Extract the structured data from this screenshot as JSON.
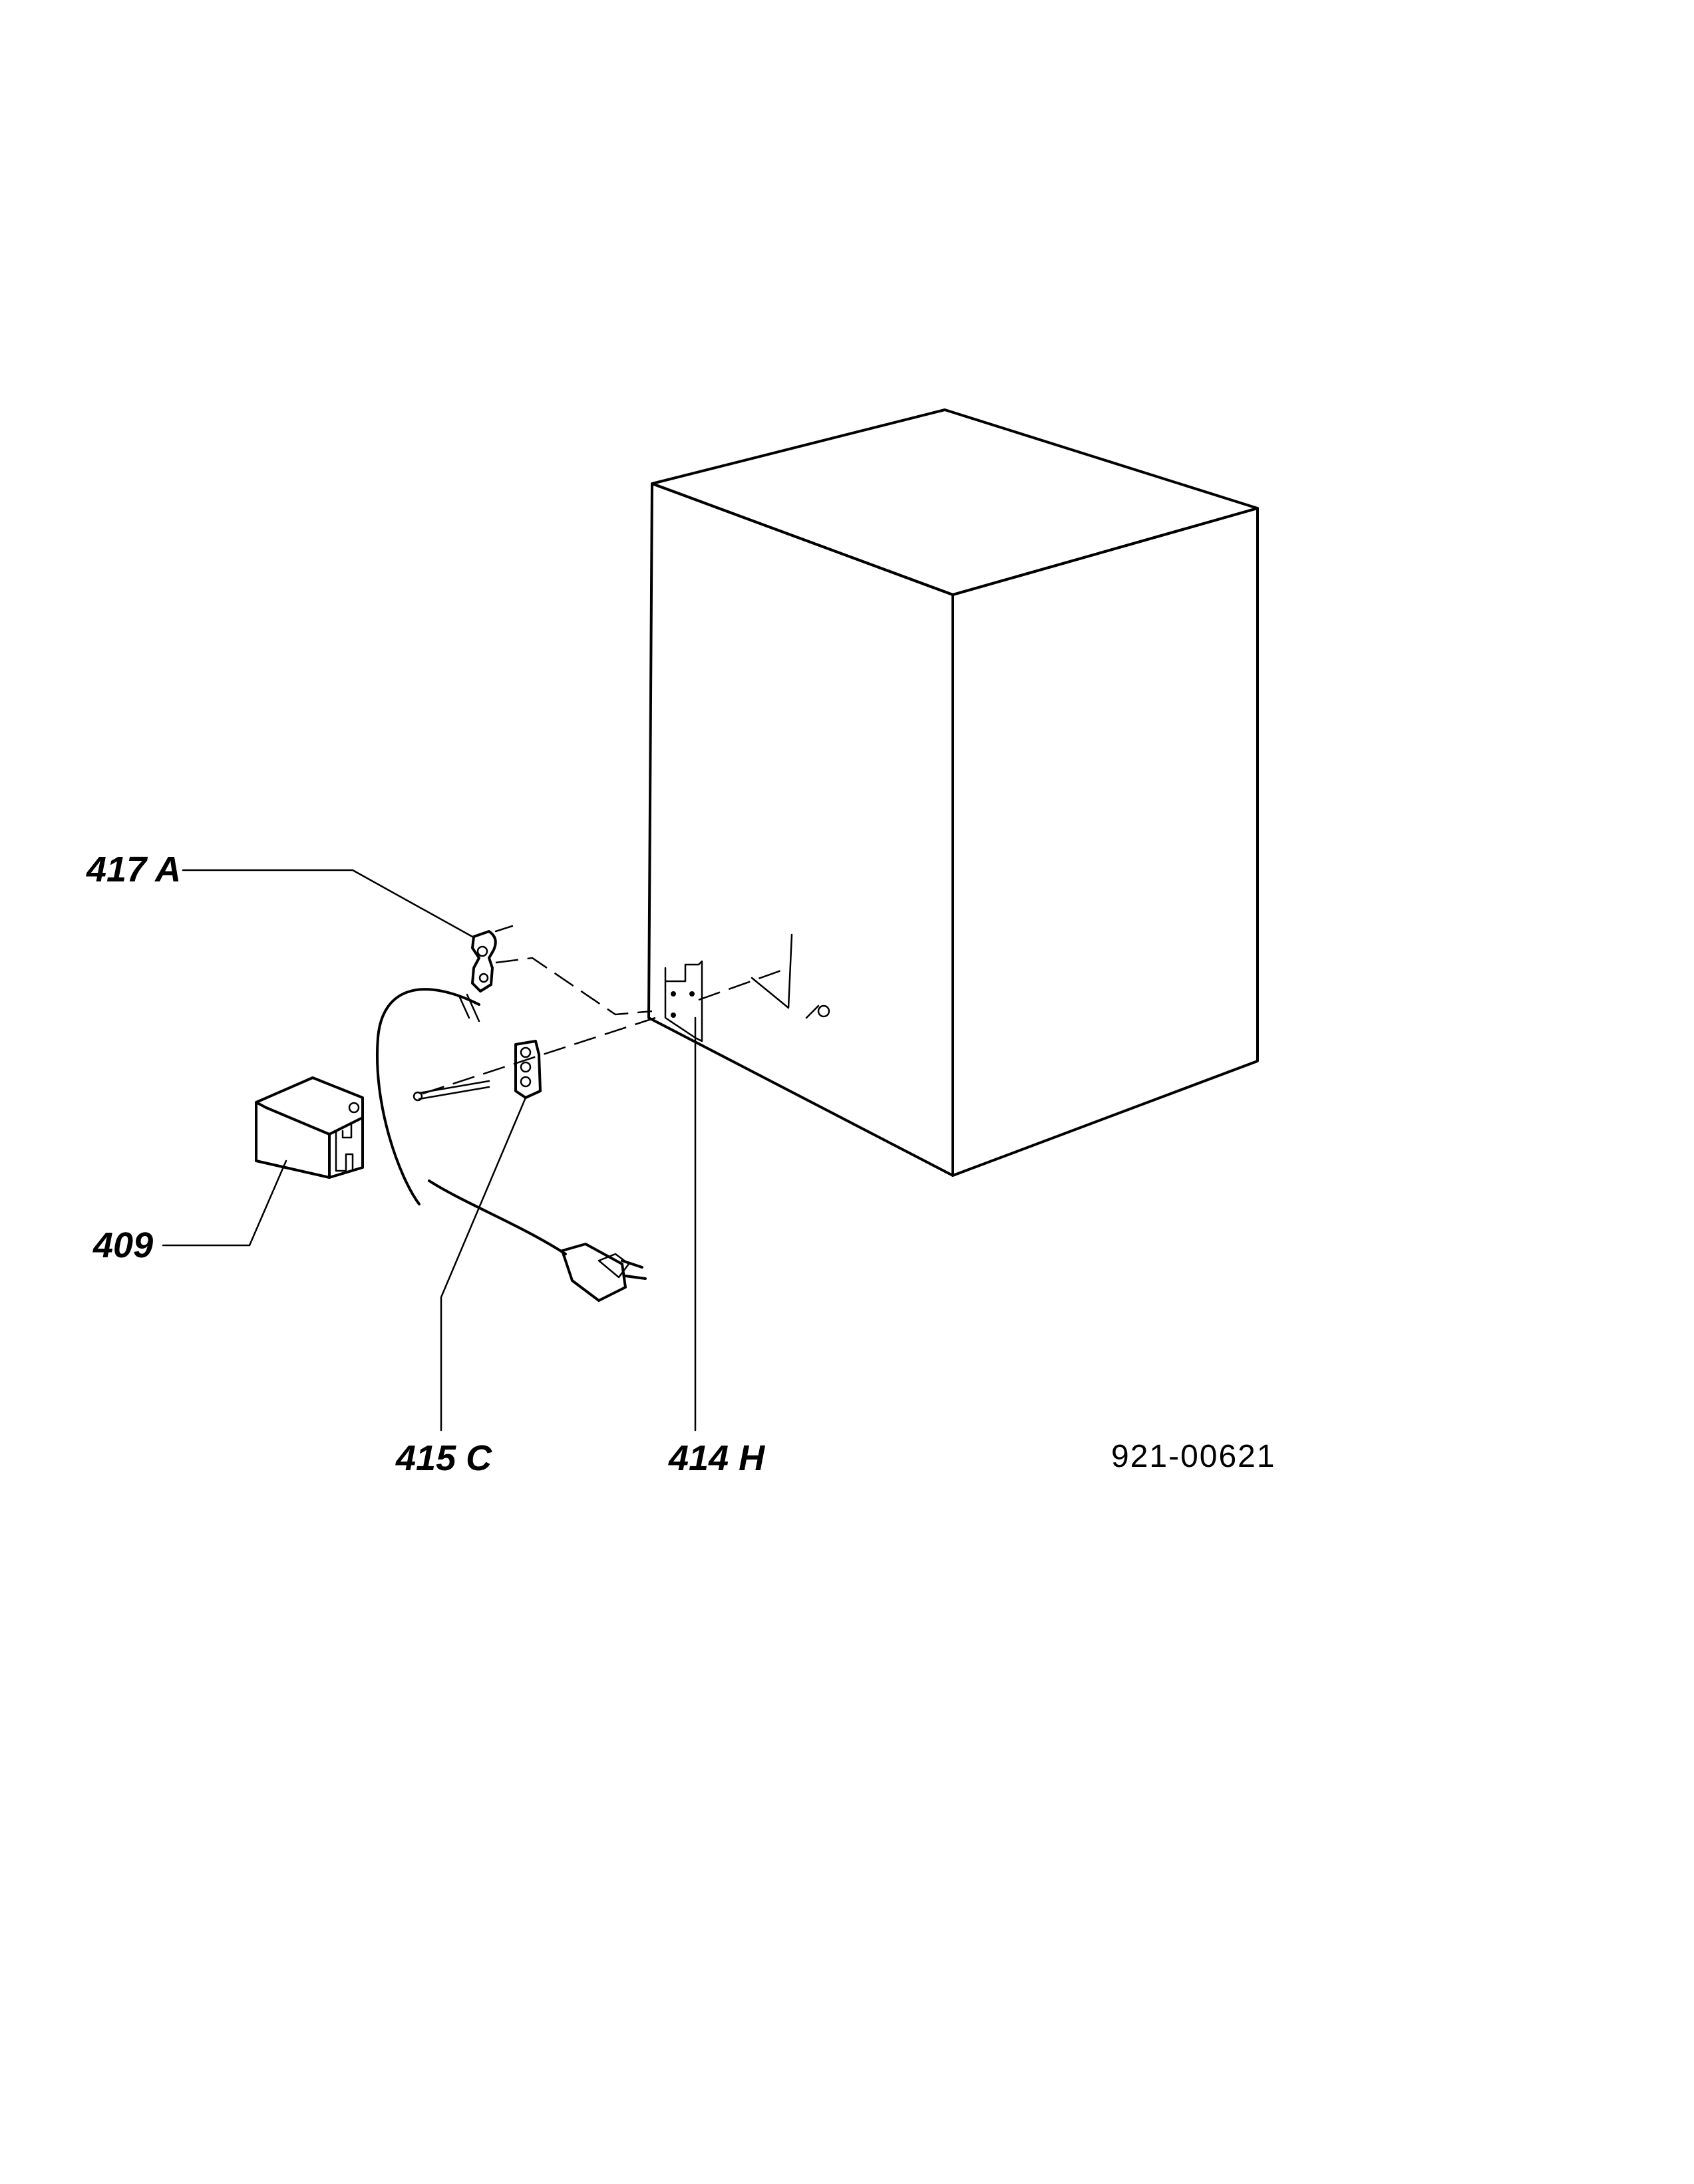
{
  "diagram": {
    "labels": {
      "part_417": "417 A",
      "part_409": "409",
      "part_415": "415 C",
      "part_414": "414 H"
    },
    "document_number": "921-00621"
  },
  "colors": {
    "ink": "#000000",
    "paper": "#ffffff"
  }
}
